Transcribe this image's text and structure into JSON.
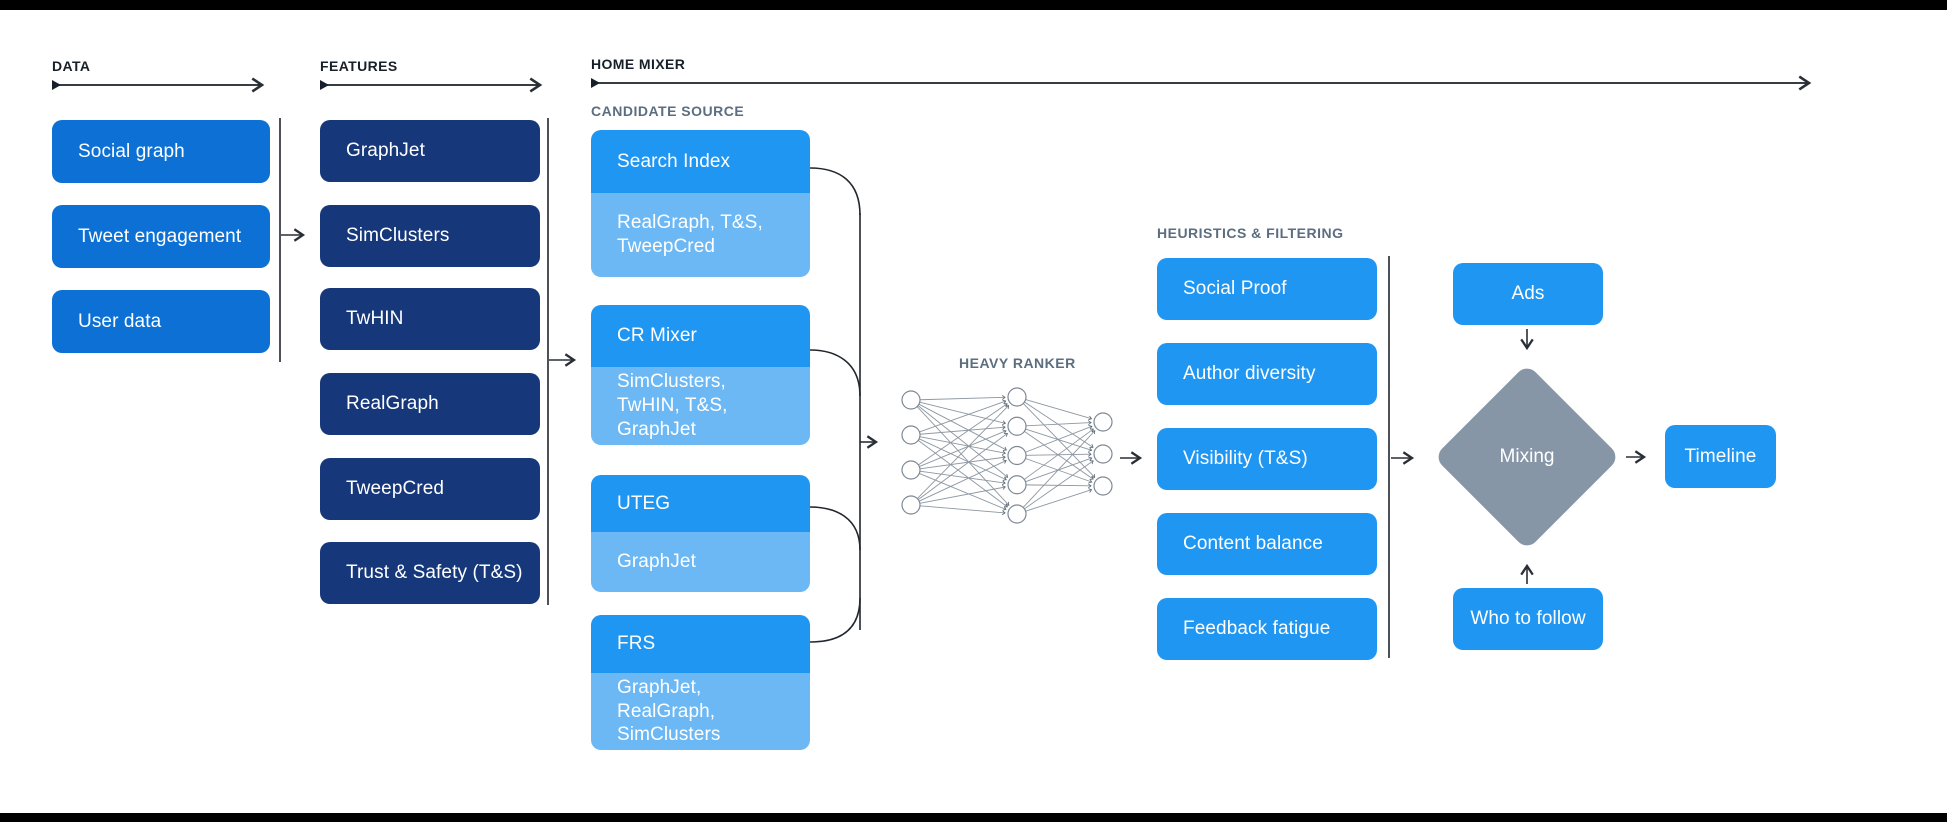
{
  "page": {
    "background_color": "#ffffff",
    "top_bar_color": "#000000",
    "bottom_bar_color": "#000000"
  },
  "colors": {
    "data_box_blue": "#0d70d4",
    "features_box_navy": "#16387a",
    "candidate_header_blue": "#2096f3",
    "candidate_sub_light_blue": "#6cb8f5",
    "heuristics_box_blue": "#2096f3",
    "mixing_diamond_gray": "#8796a6",
    "section_header_text": "#17202a",
    "sub_header_text": "#5b6e80",
    "connector_line": "#2a2f36",
    "network_line": "#8d97a1"
  },
  "sections": {
    "data": {
      "header": "DATA",
      "items": [
        "Social graph",
        "Tweet engagement",
        "User data"
      ]
    },
    "features": {
      "header": "FEATURES",
      "items": [
        "GraphJet",
        "SimClusters",
        "TwHIN",
        "RealGraph",
        "TweepCred",
        "Trust & Safety (T&S)"
      ]
    },
    "home_mixer": {
      "header": "HOME MIXER"
    },
    "candidate_source": {
      "header": "CANDIDATE SOURCE",
      "groups": [
        {
          "name": "Search Index",
          "sub": "RealGraph, T&S, TweepCred"
        },
        {
          "name": "CR Mixer",
          "sub": "SimClusters, TwHIN, T&S, GraphJet"
        },
        {
          "name": "UTEG",
          "sub": "GraphJet"
        },
        {
          "name": "FRS",
          "sub": "GraphJet, RealGraph, SimClusters"
        }
      ]
    },
    "heavy_ranker": {
      "header": "HEAVY RANKER",
      "network": {
        "input_nodes": 4,
        "hidden_nodes": 5,
        "output_nodes": 3
      }
    },
    "heuristics": {
      "header": "HEURISTICS & FILTERING",
      "items": [
        "Social Proof",
        "Author diversity",
        "Visibility (T&S)",
        "Content balance",
        "Feedback fatigue"
      ]
    },
    "mixing_stage": {
      "ads": "Ads",
      "diamond": "Mixing",
      "who_to_follow": "Who to follow",
      "timeline": "Timeline"
    }
  }
}
